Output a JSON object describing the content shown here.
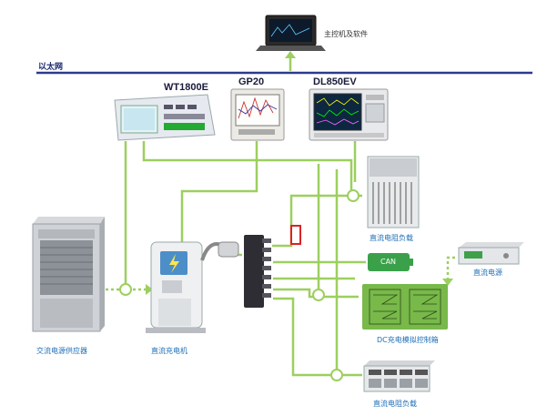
{
  "ethernet_label": "以太网",
  "pc_label": "主控机及软件",
  "instruments": {
    "wt1800e": "WT1800E",
    "gp20": "GP20",
    "dl850ev": "DL850EV"
  },
  "devices": {
    "dc_load_top": "直流电阻负载",
    "dc_source": "直流电源",
    "can_label": "CAN",
    "dc_sim_box": "DC充电模拟控制箱",
    "dc_load_bottom": "直流电阻负载",
    "ac_supply": "交流电源供应器",
    "dc_charger": "直流充电机"
  },
  "colors": {
    "wire": "#9dcf5f",
    "ethernet": "#2c3a8c",
    "label_blue": "#1f6fb8"
  }
}
